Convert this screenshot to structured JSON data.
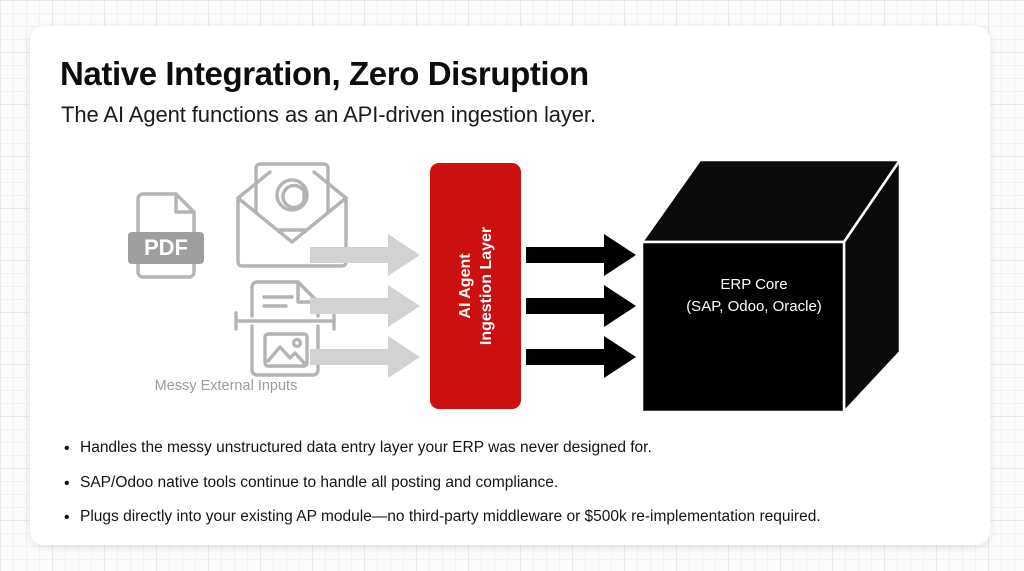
{
  "slide": {
    "title": "Native Integration, Zero Disruption",
    "subtitle": "The AI Agent functions as an API-driven ingestion layer."
  },
  "diagram": {
    "inputs": {
      "caption": "Messy External Inputs",
      "icons": [
        {
          "name": "pdf-file-icon",
          "label": "PDF"
        },
        {
          "name": "email-envelope-icon",
          "label": "@"
        },
        {
          "name": "scanner-document-icon",
          "label": ""
        }
      ]
    },
    "arrows_in": {
      "count": 3,
      "color": "#d2d2d2"
    },
    "arrows_out": {
      "count": 3,
      "color": "#000000"
    },
    "ingestion_box": {
      "line1": "AI Agent",
      "line2": "Ingestion Layer",
      "color": "#cc0f0f",
      "text_color": "#ffffff"
    },
    "erp_cube": {
      "line1": "ERP Core",
      "line2": "(SAP, Odoo, Oracle)",
      "color": "#000000",
      "text_color": "#ffffff"
    }
  },
  "bullets": [
    "Handles the messy unstructured data entry layer your ERP was never designed for.",
    "SAP/Odoo native tools continue to handle all posting and compliance.",
    "Plugs directly into your existing AP module—no third-party middleware or $500k re-implementation required."
  ],
  "bullet_marker": "•",
  "colors": {
    "accent_red": "#cc0f0f",
    "cube_black": "#000000",
    "muted_gray": "#9b9b9b",
    "arrow_gray": "#d2d2d2",
    "card_white": "#ffffff",
    "page_background": "#fcfcfc"
  }
}
